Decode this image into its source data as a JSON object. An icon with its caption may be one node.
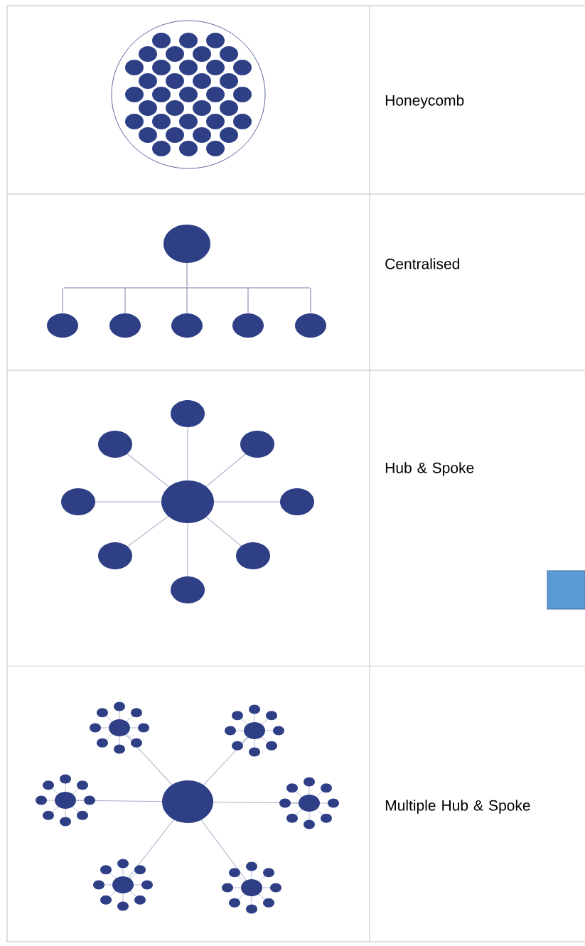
{
  "diagram": {
    "labels": [
      "Honeycomb",
      "Centralised",
      "Hub & Spoke",
      "Multiple Hub & Spoke"
    ]
  }
}
